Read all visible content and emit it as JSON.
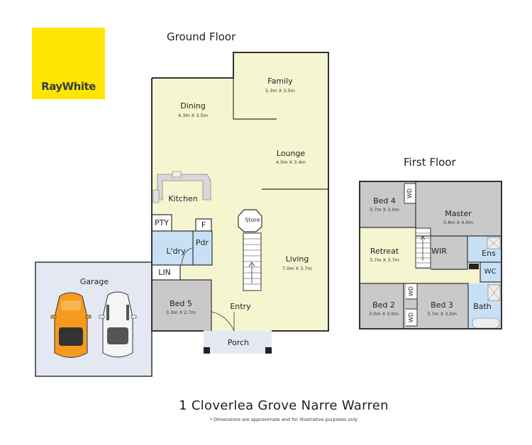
{
  "brand": {
    "name": "RayWhite",
    "color": "#ffe600"
  },
  "floors": {
    "ground": "Ground Floor",
    "first": "First Floor"
  },
  "rooms": {
    "family": {
      "label": "Family",
      "dims": "5.3m X 3.5m"
    },
    "dining": {
      "label": "Dining",
      "dims": "4.3m X 3.5m"
    },
    "lounge": {
      "label": "Lounge",
      "dims": "4.0m X 3.4m"
    },
    "kitchen": {
      "label": "Kitchen"
    },
    "pty": {
      "label": "PTY"
    },
    "f": {
      "label": "F"
    },
    "store": {
      "label": "Store"
    },
    "laundry": {
      "label": "L'dry"
    },
    "pdr": {
      "label": "Pdr"
    },
    "lin": {
      "label": "LIN"
    },
    "living": {
      "label": "Living",
      "dims": "7.0m X 3.7m"
    },
    "garage": {
      "label": "Garage"
    },
    "bed5": {
      "label": "Bed 5",
      "dims": "3.3m X 2.7m"
    },
    "entry": {
      "label": "Entry"
    },
    "porch": {
      "label": "Porch"
    },
    "bed4": {
      "label": "Bed 4",
      "dims": "3.7m X 3.0m"
    },
    "master": {
      "label": "Master",
      "dims": "5.8m X 4.0m"
    },
    "retreat": {
      "label": "Retreat",
      "dims": "3.7m X 3.7m"
    },
    "wir": {
      "label": "WIR"
    },
    "ens": {
      "label": "Ens"
    },
    "wc": {
      "label": "WC"
    },
    "bed2": {
      "label": "Bed 2",
      "dims": "3.0m X 3.0m"
    },
    "bed3": {
      "label": "Bed 3",
      "dims": "3.7m X 3.0m"
    },
    "bath": {
      "label": "Bath"
    },
    "wd": {
      "label": "WD"
    }
  },
  "address": "1 Cloverlea Grove Narre Warren",
  "disclaimer": "* Dimensions are approximate and for illustrative purposes only",
  "colors": {
    "living": "#f5f5d0",
    "bedroom": "#c9c9c9",
    "wet": "#c8e0f5",
    "garage": "#e3e8f2",
    "wall": "#333333"
  }
}
